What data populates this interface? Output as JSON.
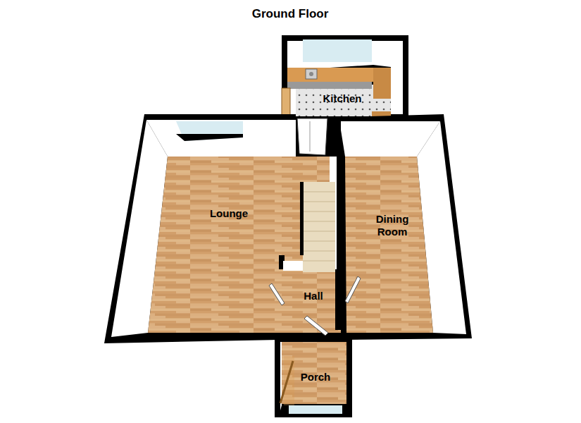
{
  "diagram": {
    "title": "Ground Floor",
    "nodes": [
      {
        "text": [
          "Kitchen"
        ]
      },
      {
        "text": [
          "Lounge"
        ]
      },
      {
        "text": [
          "Dining Room"
        ]
      },
      {
        "text": [
          "Hall"
        ]
      },
      {
        "text": [
          "Porch"
        ]
      }
    ]
  }
}
